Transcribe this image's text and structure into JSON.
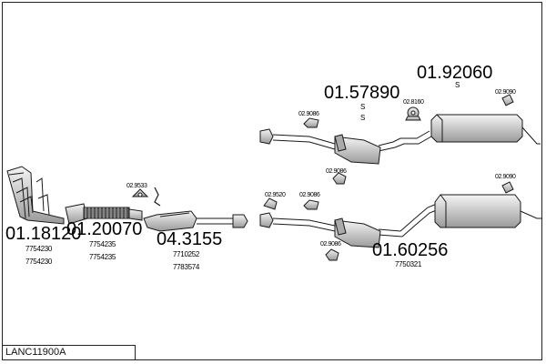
{
  "title_code": "LANC11900A",
  "parts": {
    "manifold": {
      "code": "01.18120",
      "refs": [
        "7754230",
        "7754230"
      ]
    },
    "front_pipe": {
      "code": "01.20070",
      "refs": [
        "7754235",
        "7754235"
      ]
    },
    "catalyst": {
      "code": "04.3155",
      "refs": [
        "7710252",
        "7783574"
      ]
    },
    "upper_system": {
      "code": "01.57890",
      "mark_a": "S",
      "mark_b": "S"
    },
    "upper_rear": {
      "code": "01.92060",
      "mark": "S"
    },
    "lower_system": {
      "code": "01.60256",
      "refs": [
        "7750321"
      ]
    }
  },
  "fittings": {
    "f_9533": "02.9533",
    "f_9086_u1": "02.9086",
    "f_8160": "02.8160",
    "f_9090_u": "02.9090",
    "f_9086_u2": "02.9086",
    "f_9520": "02.9520",
    "f_9086_l1": "02.9086",
    "f_9090_l": "02.9090",
    "f_9086_l2": "02.9086"
  },
  "colors": {
    "line": "#1a1a1a",
    "fill": "#d8d8d8",
    "shade": "#8a8a8a"
  }
}
